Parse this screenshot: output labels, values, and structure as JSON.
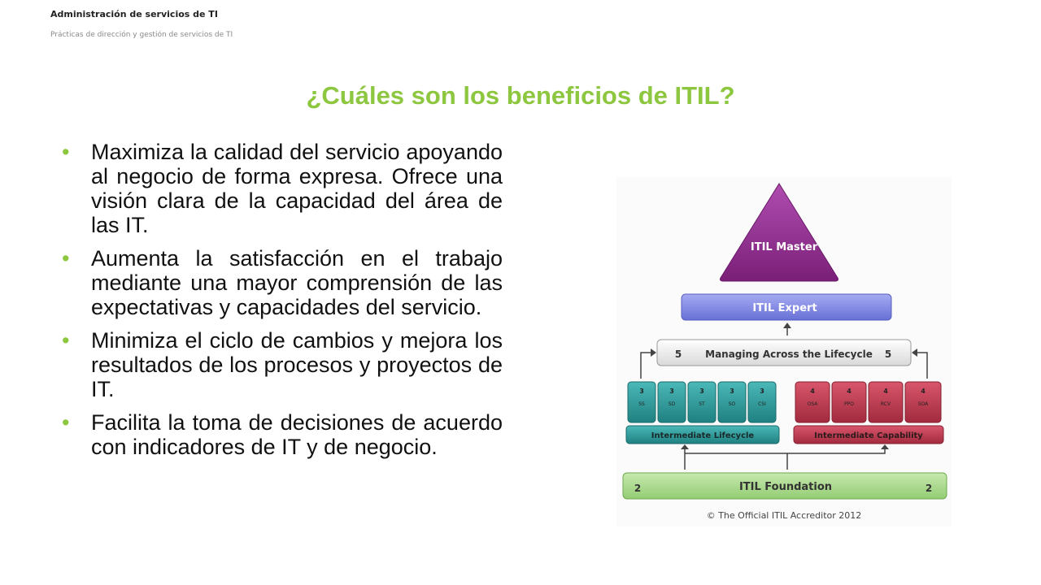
{
  "header": {
    "title": "Administración de servicios de TI",
    "subtitle": "Prácticas de dirección y gestión de servicios de TI"
  },
  "slide": {
    "title": "¿Cuáles son los beneficios de ITIL?",
    "bullet_marker": "•",
    "bullets": [
      "Maximiza la calidad del servicio apoyando al negocio de forma expresa. Ofrece una visión clara de la capacidad del área de las IT.",
      "Aumenta la satisfacción en el trabajo mediante una mayor comprensión de las expectativas y capacidades del servicio.",
      "Minimiza el ciclo de cambios y mejora los resultados de los procesos y proyectos de IT.",
      "Facilita la toma de decisiones de acuerdo con indicadores de IT y de negocio."
    ]
  },
  "diagram": {
    "master": "ITIL Master",
    "expert": "ITIL Expert",
    "managing": "Managing Across the Lifecycle",
    "managing_num": "5",
    "lifecycle_num": "3",
    "lifecycle_modules": [
      "SS",
      "SD",
      "ST",
      "SO",
      "CSI"
    ],
    "lifecycle_label": "Intermediate Lifecycle",
    "capability_num": "4",
    "capability_modules": [
      "OSA",
      "PPO",
      "RCV",
      "SOA"
    ],
    "capability_label": "Intermediate Capability",
    "foundation": "ITIL Foundation",
    "foundation_num": "2",
    "copyright": "© The Official ITIL Accreditor 2012",
    "colors": {
      "master": "#8e2a8c",
      "expert": "#7b83e0",
      "managing": "#e8e8e8",
      "lifecycle": "#2a9a9a",
      "capability": "#c0394f",
      "foundation": "#a9d98c"
    }
  }
}
